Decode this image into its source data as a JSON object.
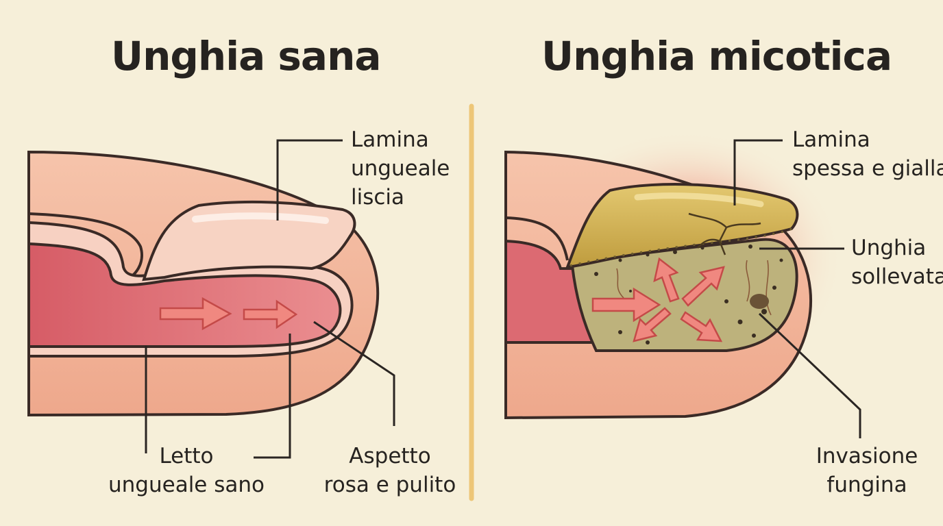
{
  "panels": {
    "healthy": {
      "title": "Unghia sana",
      "labels": {
        "plate": [
          "Lamina",
          "ungueale",
          "liscia"
        ],
        "bed": [
          "Letto",
          "ungueale sano"
        ],
        "appearance": [
          "Aspetto",
          "rosa e pulito"
        ]
      }
    },
    "fungal": {
      "title": "Unghia micotica",
      "labels": {
        "plate": [
          "Lamina",
          "spessa e gialla"
        ],
        "lifted": [
          "Unghia",
          "sollevata"
        ],
        "invasion": [
          "Invasione",
          "fungina"
        ]
      }
    }
  },
  "colors": {
    "background": "#f6efd9",
    "skin": "#f2b69a",
    "bed_pink": "#dc6a72",
    "healthy_plate": "#f7d3c3",
    "fungal_plate": "#d4b457",
    "infected_tissue": "#bdb27c",
    "arrow": "#f08880",
    "divider": "#edc677"
  }
}
